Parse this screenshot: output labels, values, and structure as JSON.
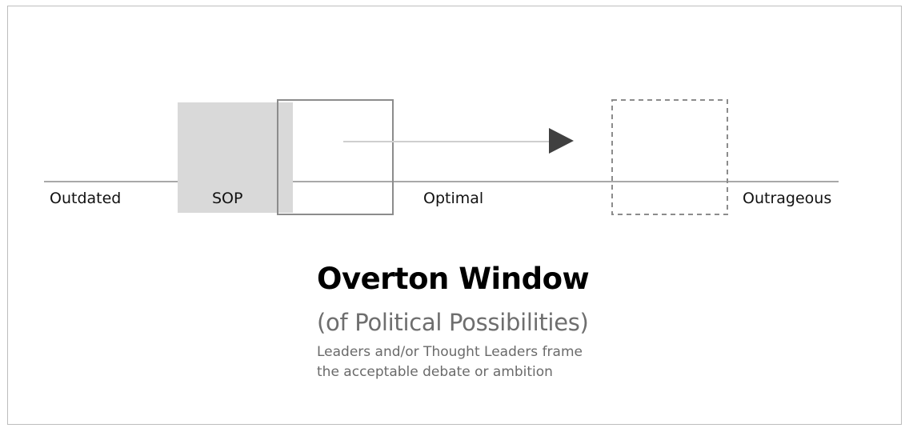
{
  "diagram": {
    "scale_labels": {
      "left": "Outdated",
      "sop": "SOP",
      "middle": "Optimal",
      "right": "Outrageous"
    },
    "colors": {
      "axis_line": "#8c8c8c",
      "sop_fill": "#d9d9d9",
      "window_border": "#8c8c8c",
      "arrow_shaft": "#cfcfcf",
      "arrow_head": "#404040",
      "future_window_border": "#8c8c8c"
    }
  },
  "caption": {
    "title": "Overton Window",
    "subtitle": "(of Political Possibilities)",
    "description_line1": "Leaders and/or Thought Leaders frame",
    "description_line2": "the acceptable debate or ambition"
  }
}
